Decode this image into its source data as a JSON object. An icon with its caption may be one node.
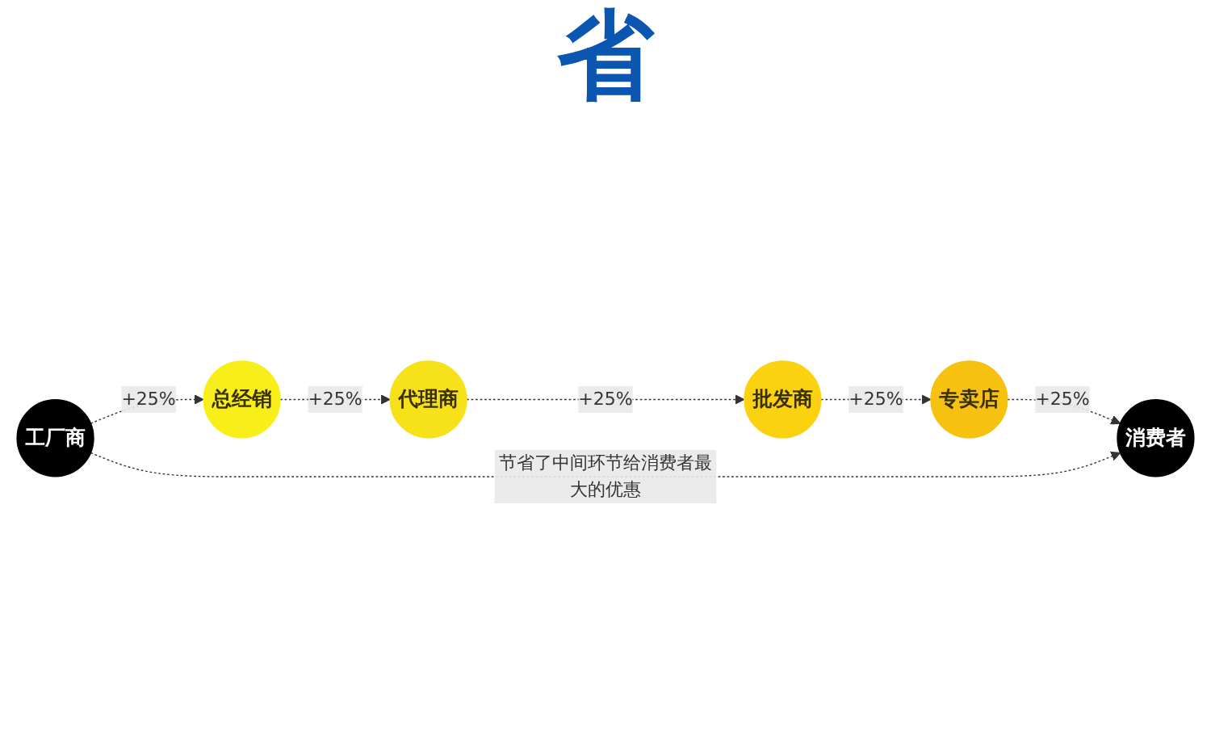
{
  "diagram": {
    "nodes": [
      {
        "text": [
          "工厂商"
        ]
      },
      {
        "text": [
          "总经销"
        ]
      },
      {
        "text": [
          "代理商"
        ]
      },
      {
        "text": [
          "批发商"
        ]
      },
      {
        "text": [
          "专卖店"
        ]
      },
      {
        "text": [
          "消费者"
        ]
      }
    ],
    "edges": [
      {
        "from": 0,
        "to": 1,
        "arrow": "to",
        "label": "+25%",
        "style": "dashed"
      },
      {
        "from": 1,
        "to": 2,
        "arrow": "to",
        "label": "+25%",
        "style": "dashed"
      },
      {
        "from": 2,
        "to": 3,
        "arrow": "to",
        "label": "+25%",
        "style": "dashed"
      },
      {
        "from": 3,
        "to": 4,
        "arrow": "to",
        "label": "+25%",
        "style": "dashed"
      },
      {
        "from": 4,
        "to": 5,
        "arrow": "to",
        "label": "+25%",
        "style": "dashed"
      },
      {
        "from": 0,
        "to": 5,
        "arrow": "to",
        "label": "节省了中间环节给消费者最大的优惠",
        "style": "dashed"
      }
    ],
    "labels": [
      "省"
    ]
  }
}
